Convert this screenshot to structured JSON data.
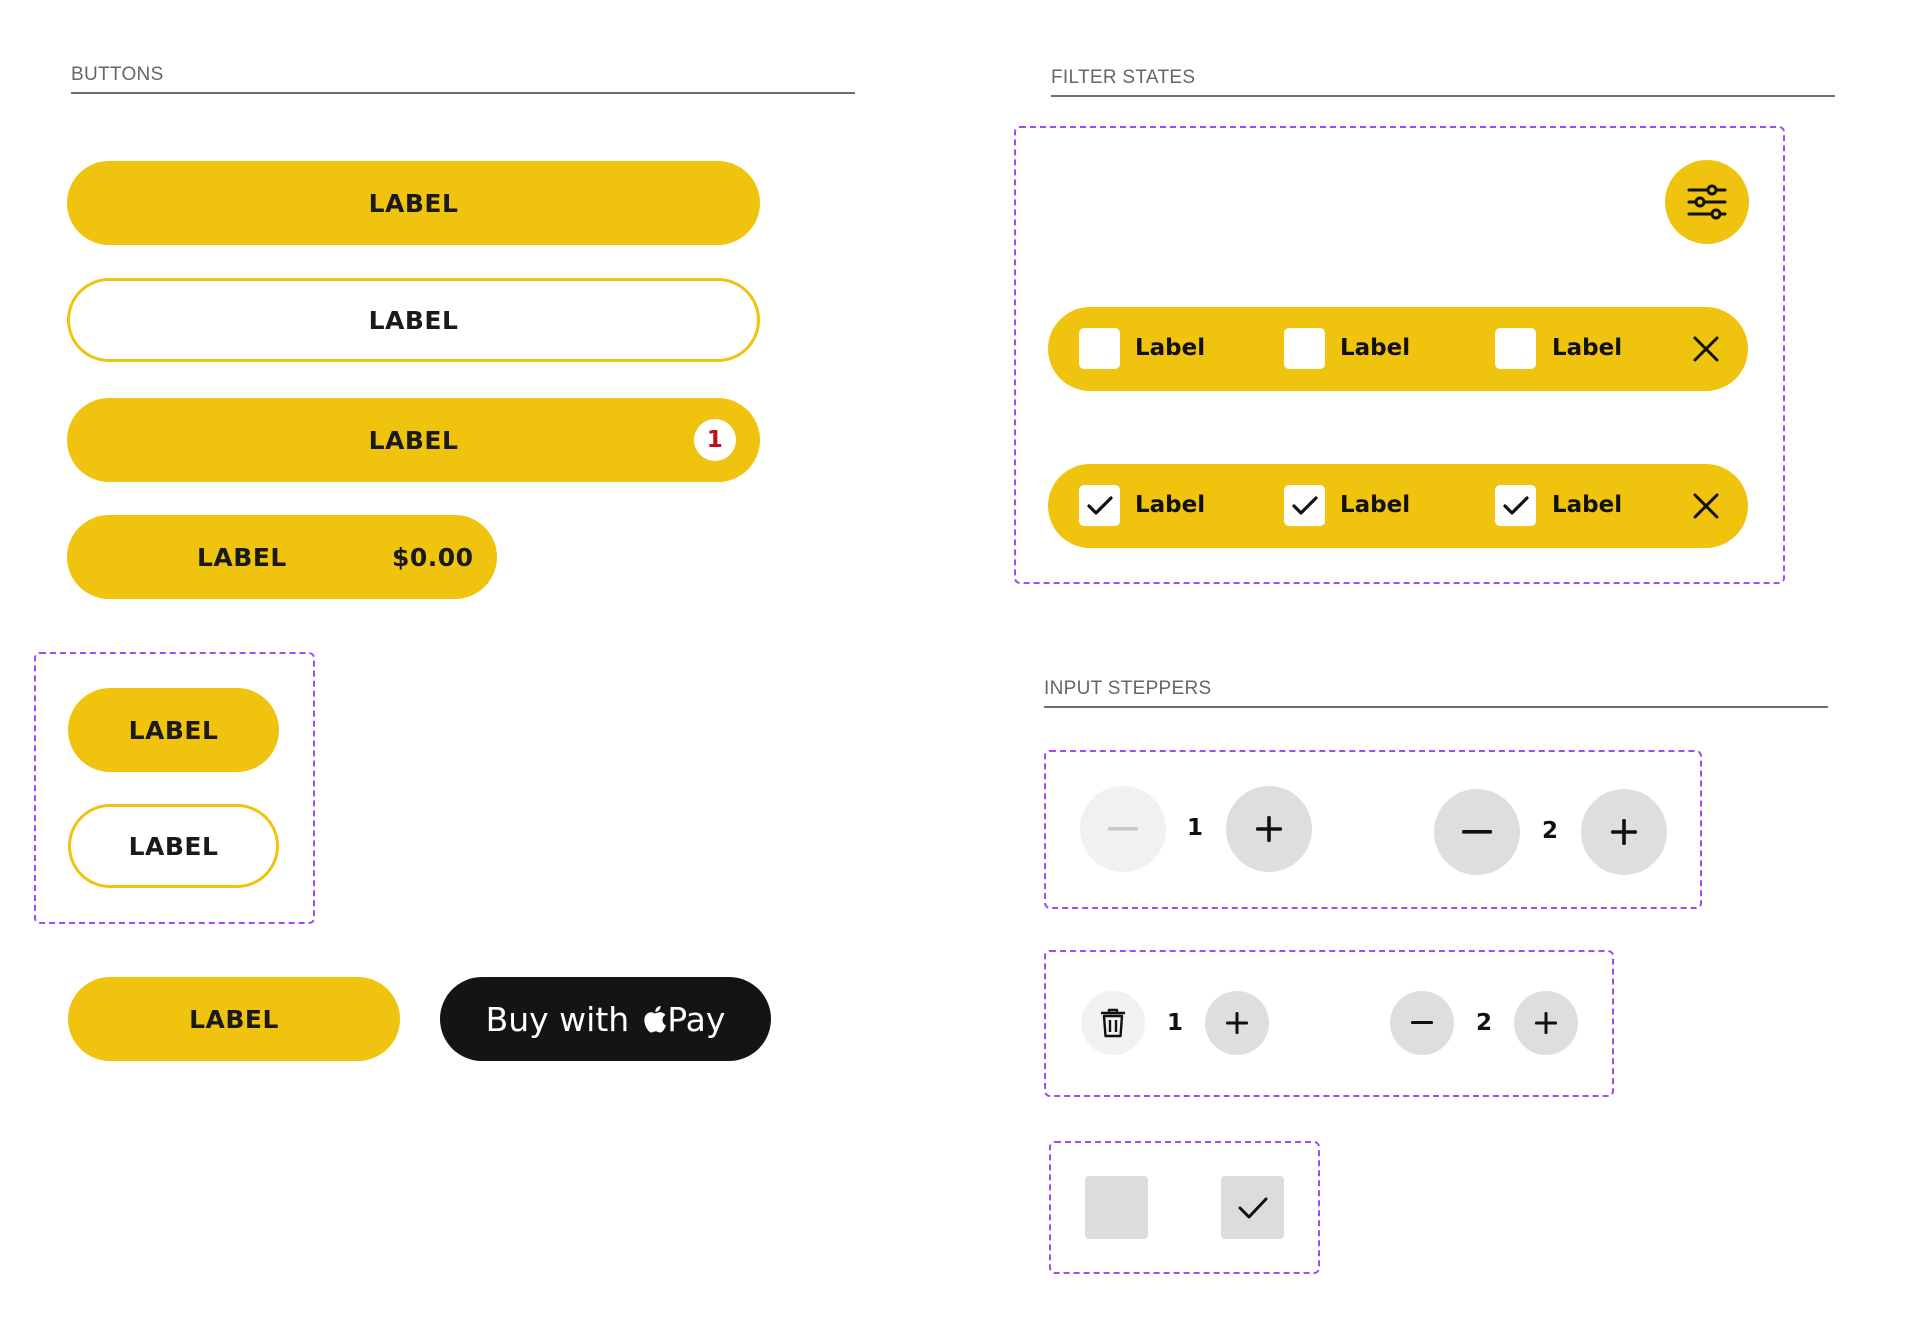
{
  "sections": {
    "buttons": "BUTTONS",
    "filter_states": "FILTER STATES",
    "input_steppers": "INPUT STEPPERS"
  },
  "buttons": {
    "primary_label": "LABEL",
    "outline_label": "LABEL",
    "badge_label": "LABEL",
    "badge_count": "1",
    "price_label": "LABEL",
    "price_value": "$0.00",
    "small_primary_label": "LABEL",
    "small_outline_label": "LABEL",
    "medium_label": "LABEL",
    "apple_pay_text": "Buy with",
    "apple_pay_brand": "Pay"
  },
  "filters": {
    "unchecked": [
      "Label",
      "Label",
      "Label"
    ],
    "checked": [
      "Label",
      "Label",
      "Label"
    ]
  },
  "steppers": {
    "large": [
      {
        "value": "1",
        "minus_disabled": true
      },
      {
        "value": "2",
        "minus_disabled": false
      }
    ],
    "small": [
      {
        "value": "1",
        "left_icon": "trash-icon"
      },
      {
        "value": "2",
        "left_icon": "minus-icon"
      }
    ]
  },
  "colors": {
    "accent": "#f0c30f",
    "dark": "#141414",
    "badge_text": "#c0101a",
    "frame_dash": "#a04cf0"
  }
}
